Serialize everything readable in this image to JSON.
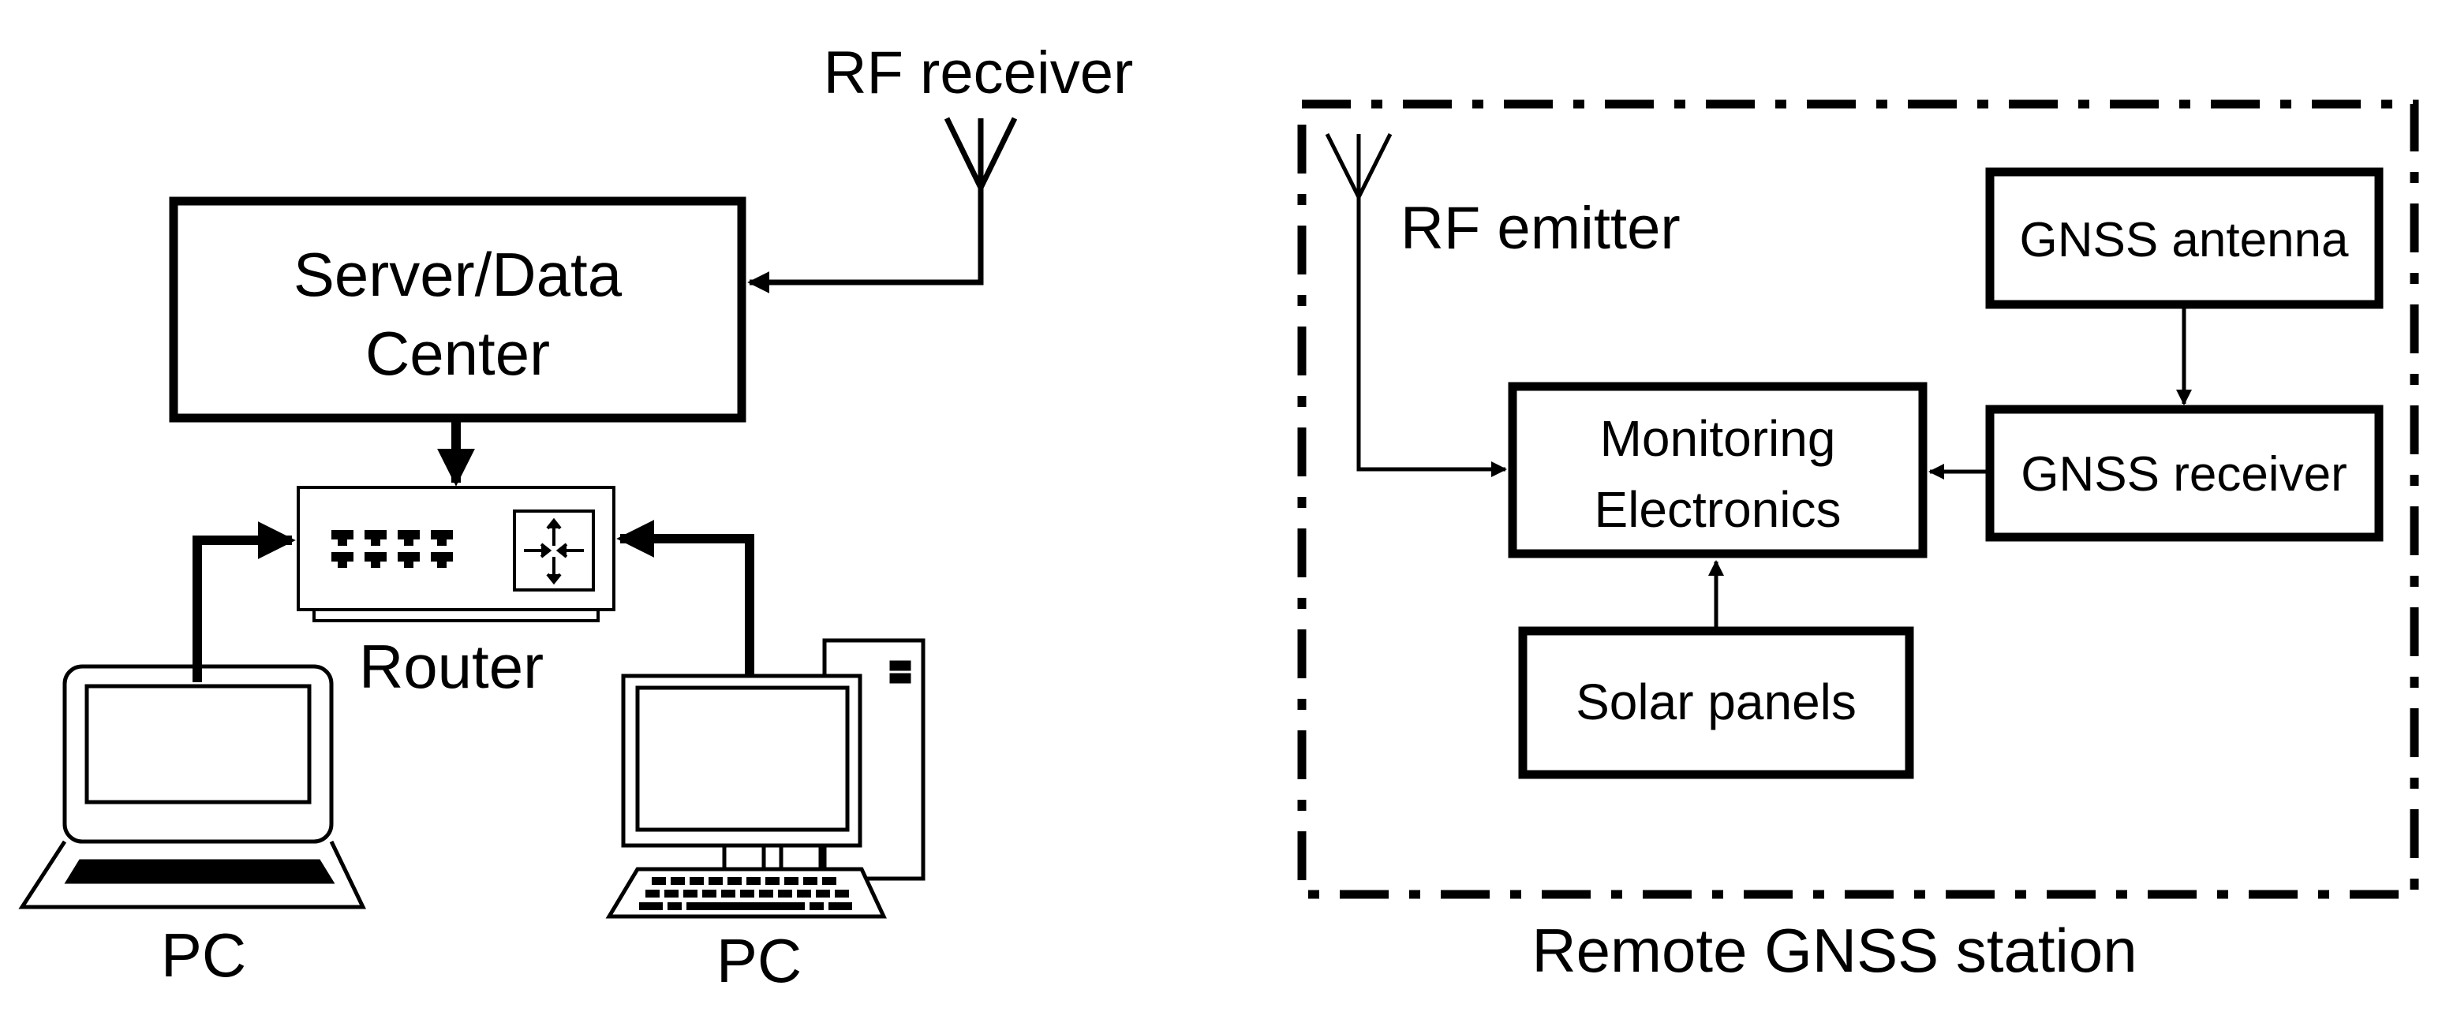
{
  "left": {
    "rf_receiver": "RF receiver",
    "server_line1": "Server/Data",
    "server_line2": "Center",
    "router": "Router",
    "pc_laptop": "PC",
    "pc_desktop": "PC"
  },
  "right": {
    "rf_emitter": "RF emitter",
    "gnss_antenna": "GNSS antenna",
    "monitoring_line1": "Monitoring",
    "monitoring_line2": "Electronics",
    "gnss_receiver": "GNSS receiver",
    "solar_panels": "Solar panels",
    "station_caption": "Remote GNSS station"
  },
  "colors": {
    "ink": "#000000",
    "paper": "#ffffff"
  },
  "icons": [
    "antenna-icon",
    "router-icon",
    "laptop-icon",
    "desktop-pc-icon"
  ]
}
